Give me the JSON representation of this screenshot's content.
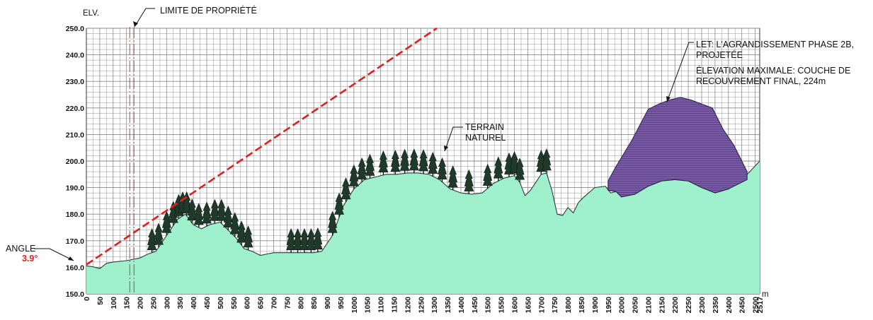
{
  "chart_data": {
    "type": "area",
    "ylabel": "ELV.",
    "xunit": "m",
    "ylim": [
      150,
      250
    ],
    "xlim": [
      0,
      2517
    ],
    "grid": true,
    "yticks": [
      "150.0",
      "160.0",
      "170.0",
      "180.0",
      "190.0",
      "200.0",
      "210.0",
      "220.0",
      "230.0",
      "240.0",
      "250.0"
    ],
    "xticks": [
      "0",
      "50",
      "100",
      "150",
      "200",
      "250",
      "300",
      "350",
      "400",
      "450",
      "500",
      "550",
      "600",
      "650",
      "700",
      "750",
      "800",
      "850",
      "900",
      "950",
      "1000",
      "1050",
      "1100",
      "1150",
      "1200",
      "1250",
      "1300",
      "1350",
      "1400",
      "1450",
      "1500",
      "1550",
      "1600",
      "1650",
      "1700",
      "1750",
      "1800",
      "1850",
      "1900",
      "1950",
      "2000",
      "2050",
      "2100",
      "2150",
      "2200",
      "2250",
      "2300",
      "2350",
      "2400",
      "2450",
      "2500",
      "2517"
    ],
    "series": [
      {
        "name": "TERRAIN NATUREL",
        "x": [
          0,
          25,
          50,
          75,
          100,
          150,
          200,
          230,
          260,
          300,
          340,
          370,
          400,
          430,
          460,
          500,
          530,
          560,
          590,
          620,
          650,
          700,
          750,
          800,
          850,
          880,
          920,
          960,
          1000,
          1040,
          1080,
          1120,
          1160,
          1200,
          1240,
          1280,
          1320,
          1360,
          1400,
          1440,
          1480,
          1520,
          1560,
          1600,
          1620,
          1640,
          1660,
          1680,
          1700,
          1720,
          1740,
          1760,
          1780,
          1800,
          1820,
          1840,
          1860,
          1900,
          1940,
          1960,
          1980,
          2000,
          2050,
          2100,
          2150,
          2200,
          2250,
          2300,
          2350,
          2400,
          2450,
          2480,
          2517
        ],
        "y": [
          160.5,
          160.2,
          159.5,
          161.5,
          162,
          162.5,
          163.5,
          165,
          166,
          172,
          178,
          180,
          176,
          174.5,
          176,
          177,
          174,
          171,
          167,
          166,
          164.5,
          165.5,
          165.5,
          165.5,
          165.5,
          166,
          172,
          183,
          189.5,
          193,
          194,
          195,
          195,
          195.5,
          195.5,
          195,
          193,
          189.5,
          188,
          187.5,
          188,
          191.5,
          193.5,
          194.5,
          192,
          187,
          189,
          192,
          195,
          195.5,
          189,
          180,
          179.5,
          182.5,
          180.5,
          184.5,
          186.5,
          190,
          190.5,
          188,
          188.5,
          186.5,
          187.5,
          190.5,
          192.5,
          193,
          192.5,
          190,
          188,
          189.5,
          193,
          196,
          200
        ]
      },
      {
        "name": "LET: L'AGRANDISSEMENT PHASE 2B, PROJETÉE",
        "x": [
          1950,
          1950,
          1980,
          2040,
          2100,
          2140,
          2180,
          2220,
          2260,
          2300,
          2340,
          2380,
          2420,
          2460,
          2470,
          2470,
          2450,
          2400,
          2350,
          2300,
          2250,
          2200,
          2150,
          2100,
          2050,
          2000,
          1980,
          1950
        ],
        "y": [
          189,
          192.5,
          198,
          208,
          219.5,
          221.5,
          223,
          224,
          223,
          221.5,
          220,
          212,
          206,
          198,
          196,
          193,
          192,
          189.5,
          188,
          190,
          192.5,
          193,
          192.5,
          190.5,
          187.5,
          186.5,
          188.5,
          189
        ]
      }
    ],
    "reference_line": {
      "name": "ANGLE 3.9°",
      "x": [
        0,
        1310
      ],
      "y": [
        161,
        250
      ]
    },
    "property_limit": {
      "x": 170,
      "label": "LIMITE DE PROPRIÉTÉ"
    },
    "annotations": {
      "angle_label": "ANGLE",
      "angle_value": "3.9°",
      "terrain_line1": "TERRAIN",
      "terrain_line2": "NATUREL",
      "let_line1": "LET: L'AGRANDISSEMENT PHASE 2B,",
      "let_line2": "PROJETÉE",
      "let_line3": "ÉLEVATION MAXIMALE: COUCHE DE",
      "let_line4": "RECOUVREMENT FINAL, 224m",
      "property_limit": "LIMITE DE PROPRIÉTÉ"
    },
    "trees_x": [
      245,
      270,
      300,
      325,
      345,
      360,
      375,
      395,
      420,
      450,
      480,
      505,
      530,
      555,
      580,
      605,
      765,
      790,
      815,
      840,
      865,
      920,
      945,
      970,
      1000,
      1030,
      1060,
      1110,
      1155,
      1190,
      1225,
      1260,
      1295,
      1330,
      1370,
      1430,
      1500,
      1540,
      1580,
      1600,
      1620,
      1700,
      1720
    ],
    "colors": {
      "terrain_fill": "#9ff0cc",
      "terrain_stroke": "#2e3b36",
      "landfill_fill": "#7b5aa8",
      "landfill_hatch": "#3d2a5e",
      "angle_line": "#e02020",
      "property_line": "#9c4040",
      "tree": "#1f3a2a",
      "grid": "#8a8a8a"
    }
  }
}
